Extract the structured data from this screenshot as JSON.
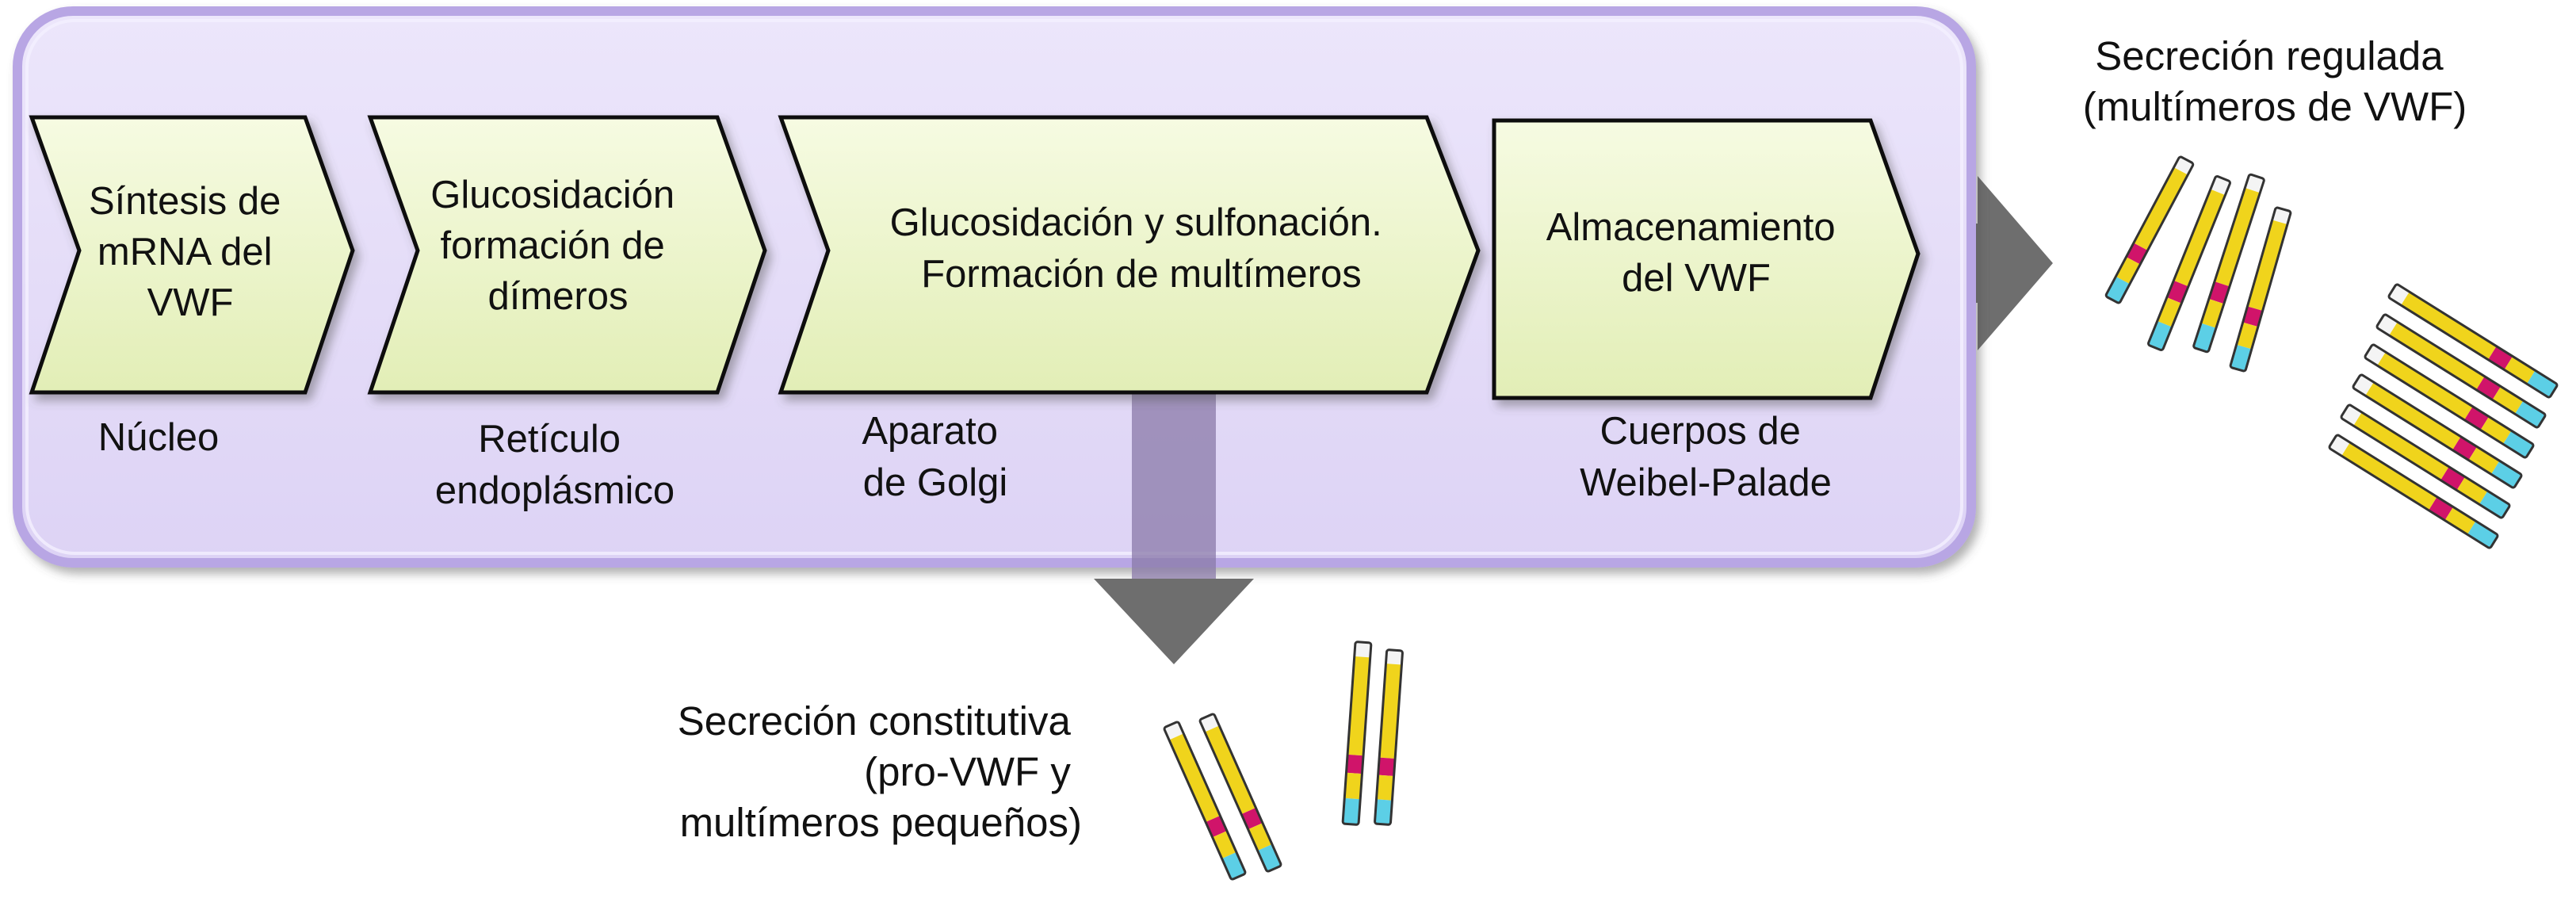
{
  "steps": [
    {
      "lines": [
        "Síntesis de",
        "mRNA del",
        "VWF"
      ]
    },
    {
      "lines": [
        "Glucosidación",
        "formación de",
        "dímeros"
      ]
    },
    {
      "lines": [
        "Glucosidación y sulfonación.",
        "Formación de multímeros"
      ]
    },
    {
      "lines": [
        "Almacenamiento",
        "del VWF"
      ]
    }
  ],
  "locations": [
    {
      "lines": [
        "Núcleo"
      ]
    },
    {
      "lines": [
        "Retículo",
        "endoplásmico"
      ]
    },
    {
      "lines": [
        "Aparato",
        "de Golgi"
      ]
    },
    {
      "lines": [
        "Cuerpos de",
        "Weibel-Palade"
      ]
    }
  ],
  "regulated_secretion": {
    "lines": [
      "Secreción regulada",
      "(multímeros de VWF)"
    ]
  },
  "constitutive_secretion": {
    "lines": [
      "Secreción constitutiva",
      "(pro-VWF y",
      "multímeros pequeños)"
    ]
  },
  "colors": {
    "container_fill": "#e4dcf7",
    "container_border": "#b3a1e0",
    "step_fill": "#eef6cf",
    "arrow_fill": "#6e6e6e",
    "multimer_yellow": "#f0d41c",
    "multimer_magenta": "#d0146a",
    "multimer_cyan": "#5ccfe6",
    "multimer_white": "#f4f4f4"
  }
}
